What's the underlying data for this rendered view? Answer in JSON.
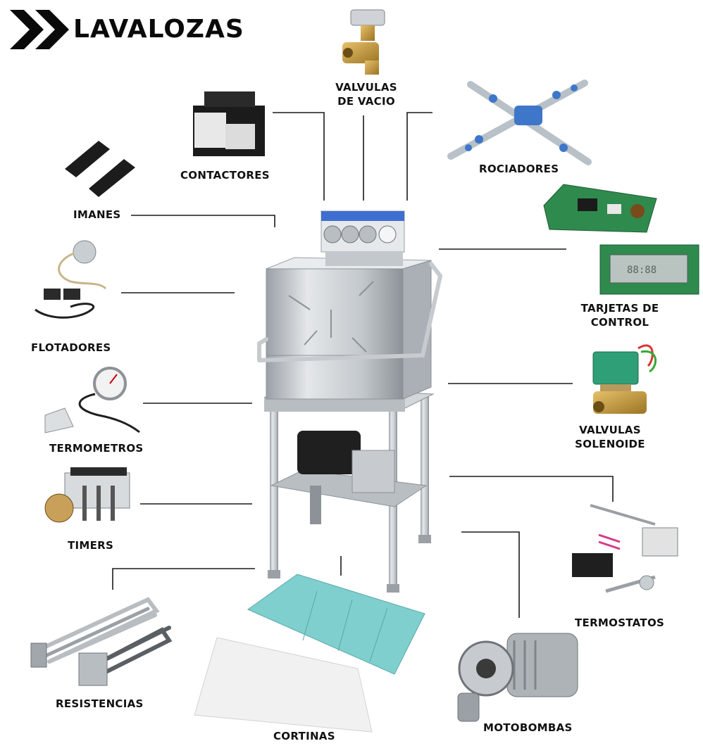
{
  "title": "LAVALOZAS",
  "labels": {
    "valvulas_vacio": [
      "VALVULAS",
      "DE VACIO"
    ],
    "contactores": "CONTACTORES",
    "rociadores": "ROCIADORES",
    "imanes": "IMANES",
    "tarjetas": [
      "TARJETAS DE",
      "CONTROL"
    ],
    "flotadores": "FLOTADORES",
    "solenoide": [
      "VALVULAS",
      "SOLENOIDE"
    ],
    "termometros": "TERMOMETROS",
    "timers": "TIMERS",
    "termostatos": "TERMOSTATOS",
    "resistencias": "RESISTENCIAS",
    "motobombas": "MOTOBOMBAS",
    "cortinas": "CORTINAS"
  },
  "icons": [
    "chevron-logo-icon",
    "vacuum-valve-icon",
    "contactor-icon",
    "spray-arm-icon",
    "magnet-icon",
    "control-board-icon",
    "display-board-icon",
    "float-switch-icon",
    "solenoid-valve-icon",
    "thermometer-icon",
    "timer-icon",
    "thermostat-icon",
    "heating-element-icon",
    "motor-pump-icon",
    "curtain-icon",
    "dishwasher-icon"
  ],
  "colors": {
    "text": "#111111",
    "line": "#1a1a1a",
    "steel": "#c9cdd1",
    "pcb": "#2f8a4e",
    "curtain_blue": "#7fcfcf",
    "solenoid": "#2f9f78"
  }
}
